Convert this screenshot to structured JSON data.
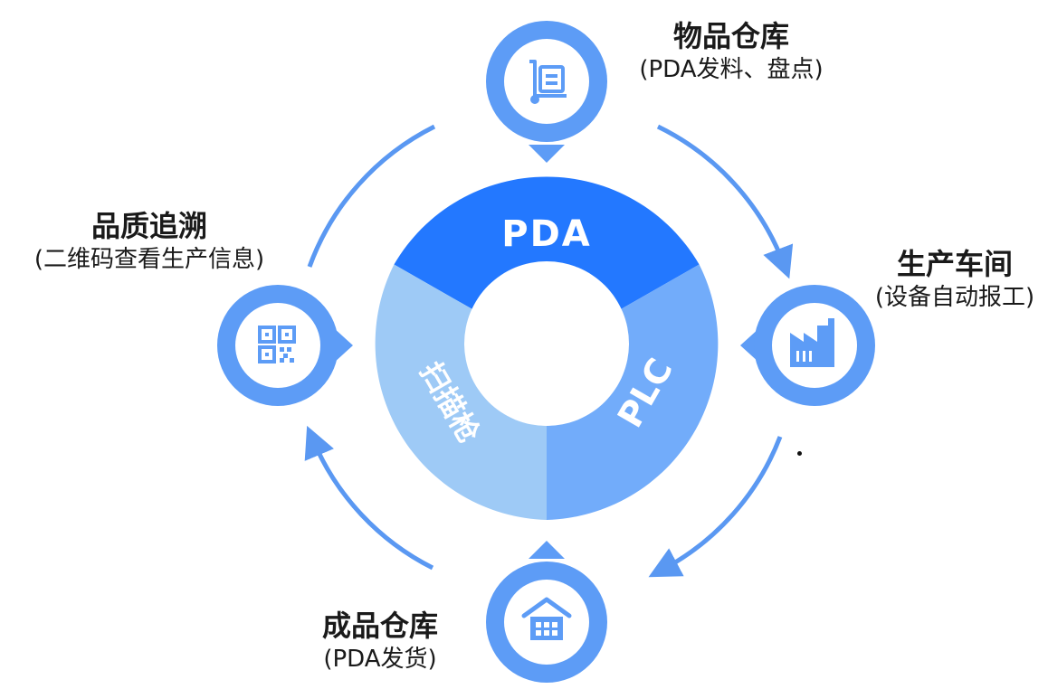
{
  "center_ring": {
    "top_segment": "PDA",
    "right_segment": "PLC",
    "left_segment": "扫描枪"
  },
  "nodes": {
    "warehouse": {
      "title": "物品仓库",
      "subtitle": "(PDA发料、盘点)",
      "icon": "cart-icon"
    },
    "workshop": {
      "title": "生产车间",
      "subtitle": "(设备自动报工)",
      "icon": "factory-icon"
    },
    "finished": {
      "title": "成品仓库",
      "subtitle": "(PDA发货)",
      "icon": "house-icon"
    },
    "quality": {
      "title": "品质追溯",
      "subtitle": "(二维码查看生产信息)",
      "icon": "qr-code-icon"
    }
  },
  "colors": {
    "pda": "#2378FF",
    "plc": "#72ACFA",
    "scanner": "#9ECAF6",
    "node": "#5D9CF6",
    "arrow": "#5A98F2",
    "icon_bg": "#ffffff"
  }
}
